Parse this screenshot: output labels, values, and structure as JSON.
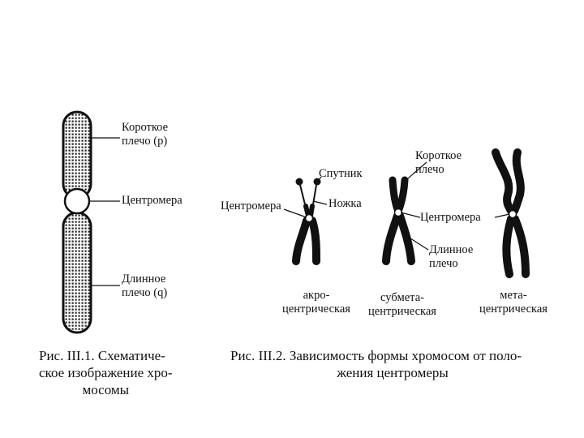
{
  "figure1": {
    "labels": {
      "short_arm": [
        "Короткое",
        "плечо (p)"
      ],
      "centromere": "Центромера",
      "long_arm": [
        "Длинное",
        "плечо (q)"
      ]
    },
    "caption": [
      "Рис. III.1. Схематиче-",
      "ское изображение хро-",
      "мосомы"
    ]
  },
  "figure2": {
    "labels": {
      "satellite": "Спутник",
      "stalk": "Ножка",
      "centromere_left": "Центромера",
      "short_arm": [
        "Короткое",
        "плечо"
      ],
      "centromere_right": "Центромера",
      "long_arm": [
        "Длинное",
        "плечо"
      ]
    },
    "types": {
      "acro": [
        "акро-",
        "центрическая"
      ],
      "submeta": [
        "субмета-",
        "центрическая"
      ],
      "meta": [
        "мета-",
        "центрическая"
      ]
    },
    "caption": [
      "Рис. III.2. Зависимость формы хромосом от поло-",
      "жения  центромеры"
    ]
  }
}
